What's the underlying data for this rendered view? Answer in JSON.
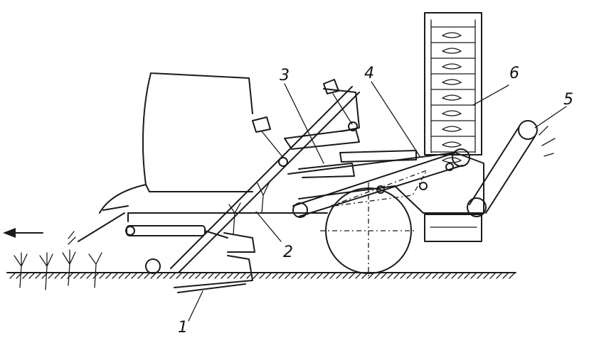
{
  "diagram": {
    "callouts": [
      "1",
      "2",
      "3",
      "4",
      "5",
      "6"
    ],
    "direction_arrow": "arrow-left-icon"
  }
}
